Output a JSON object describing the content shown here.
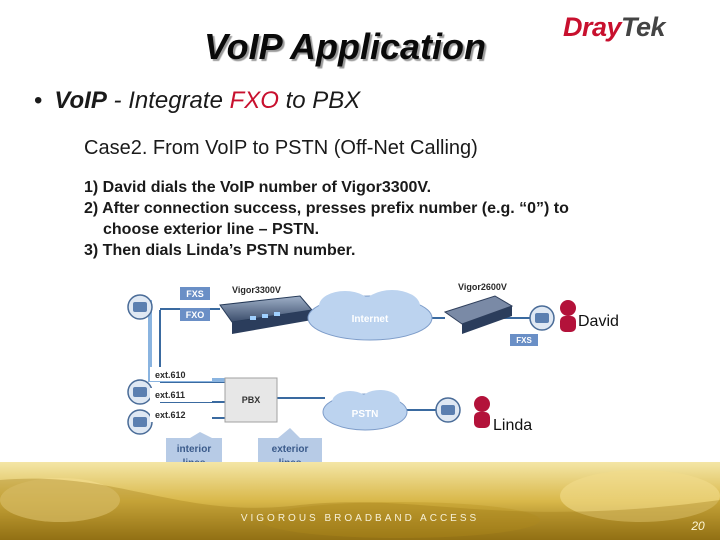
{
  "title": "VoIP Application",
  "logo": {
    "part1": "Dray",
    "part2": "Tek"
  },
  "bullet": {
    "marker": "•",
    "voip": "VoIP",
    "dash": " - ",
    "pre": "Integrate ",
    "fxo": "FXO",
    "post": " to PBX"
  },
  "case": "Case2. From VoIP to PSTN (Off-Net Calling)",
  "steps": {
    "s1": "1) David dials the VoIP number of Vigor3300V.",
    "s2a": "2) After connection success, presses prefix number (e.g. “0”) to",
    "s2b": "choose exterior line – PSTN.",
    "s3": "3) Then dials Linda’s PSTN number."
  },
  "diagram": {
    "vigor3300": "Vigor3300V",
    "vigor2600": "Vigor2600V",
    "fxs_left": "FXS",
    "fxo_left": "FXO",
    "fxs_right": "FXS",
    "internet": "Internet",
    "pstn": "PSTN",
    "pbx": "PBX",
    "ext610": "ext.610",
    "ext611": "ext.611",
    "ext612": "ext.612",
    "david": "David",
    "linda": "Linda",
    "interior1": "interior",
    "interior2": "lines",
    "exterior1": "exterior",
    "exterior2": "lines"
  },
  "footer": {
    "tagline": "VIGOROUS BROADBAND ACCESS",
    "page": "20"
  },
  "colors": {
    "accent_red": "#c8102e",
    "label_blue": "#6a8fc6",
    "cloud_blue": "#bcd3ef",
    "gold": "#c8a52a"
  }
}
